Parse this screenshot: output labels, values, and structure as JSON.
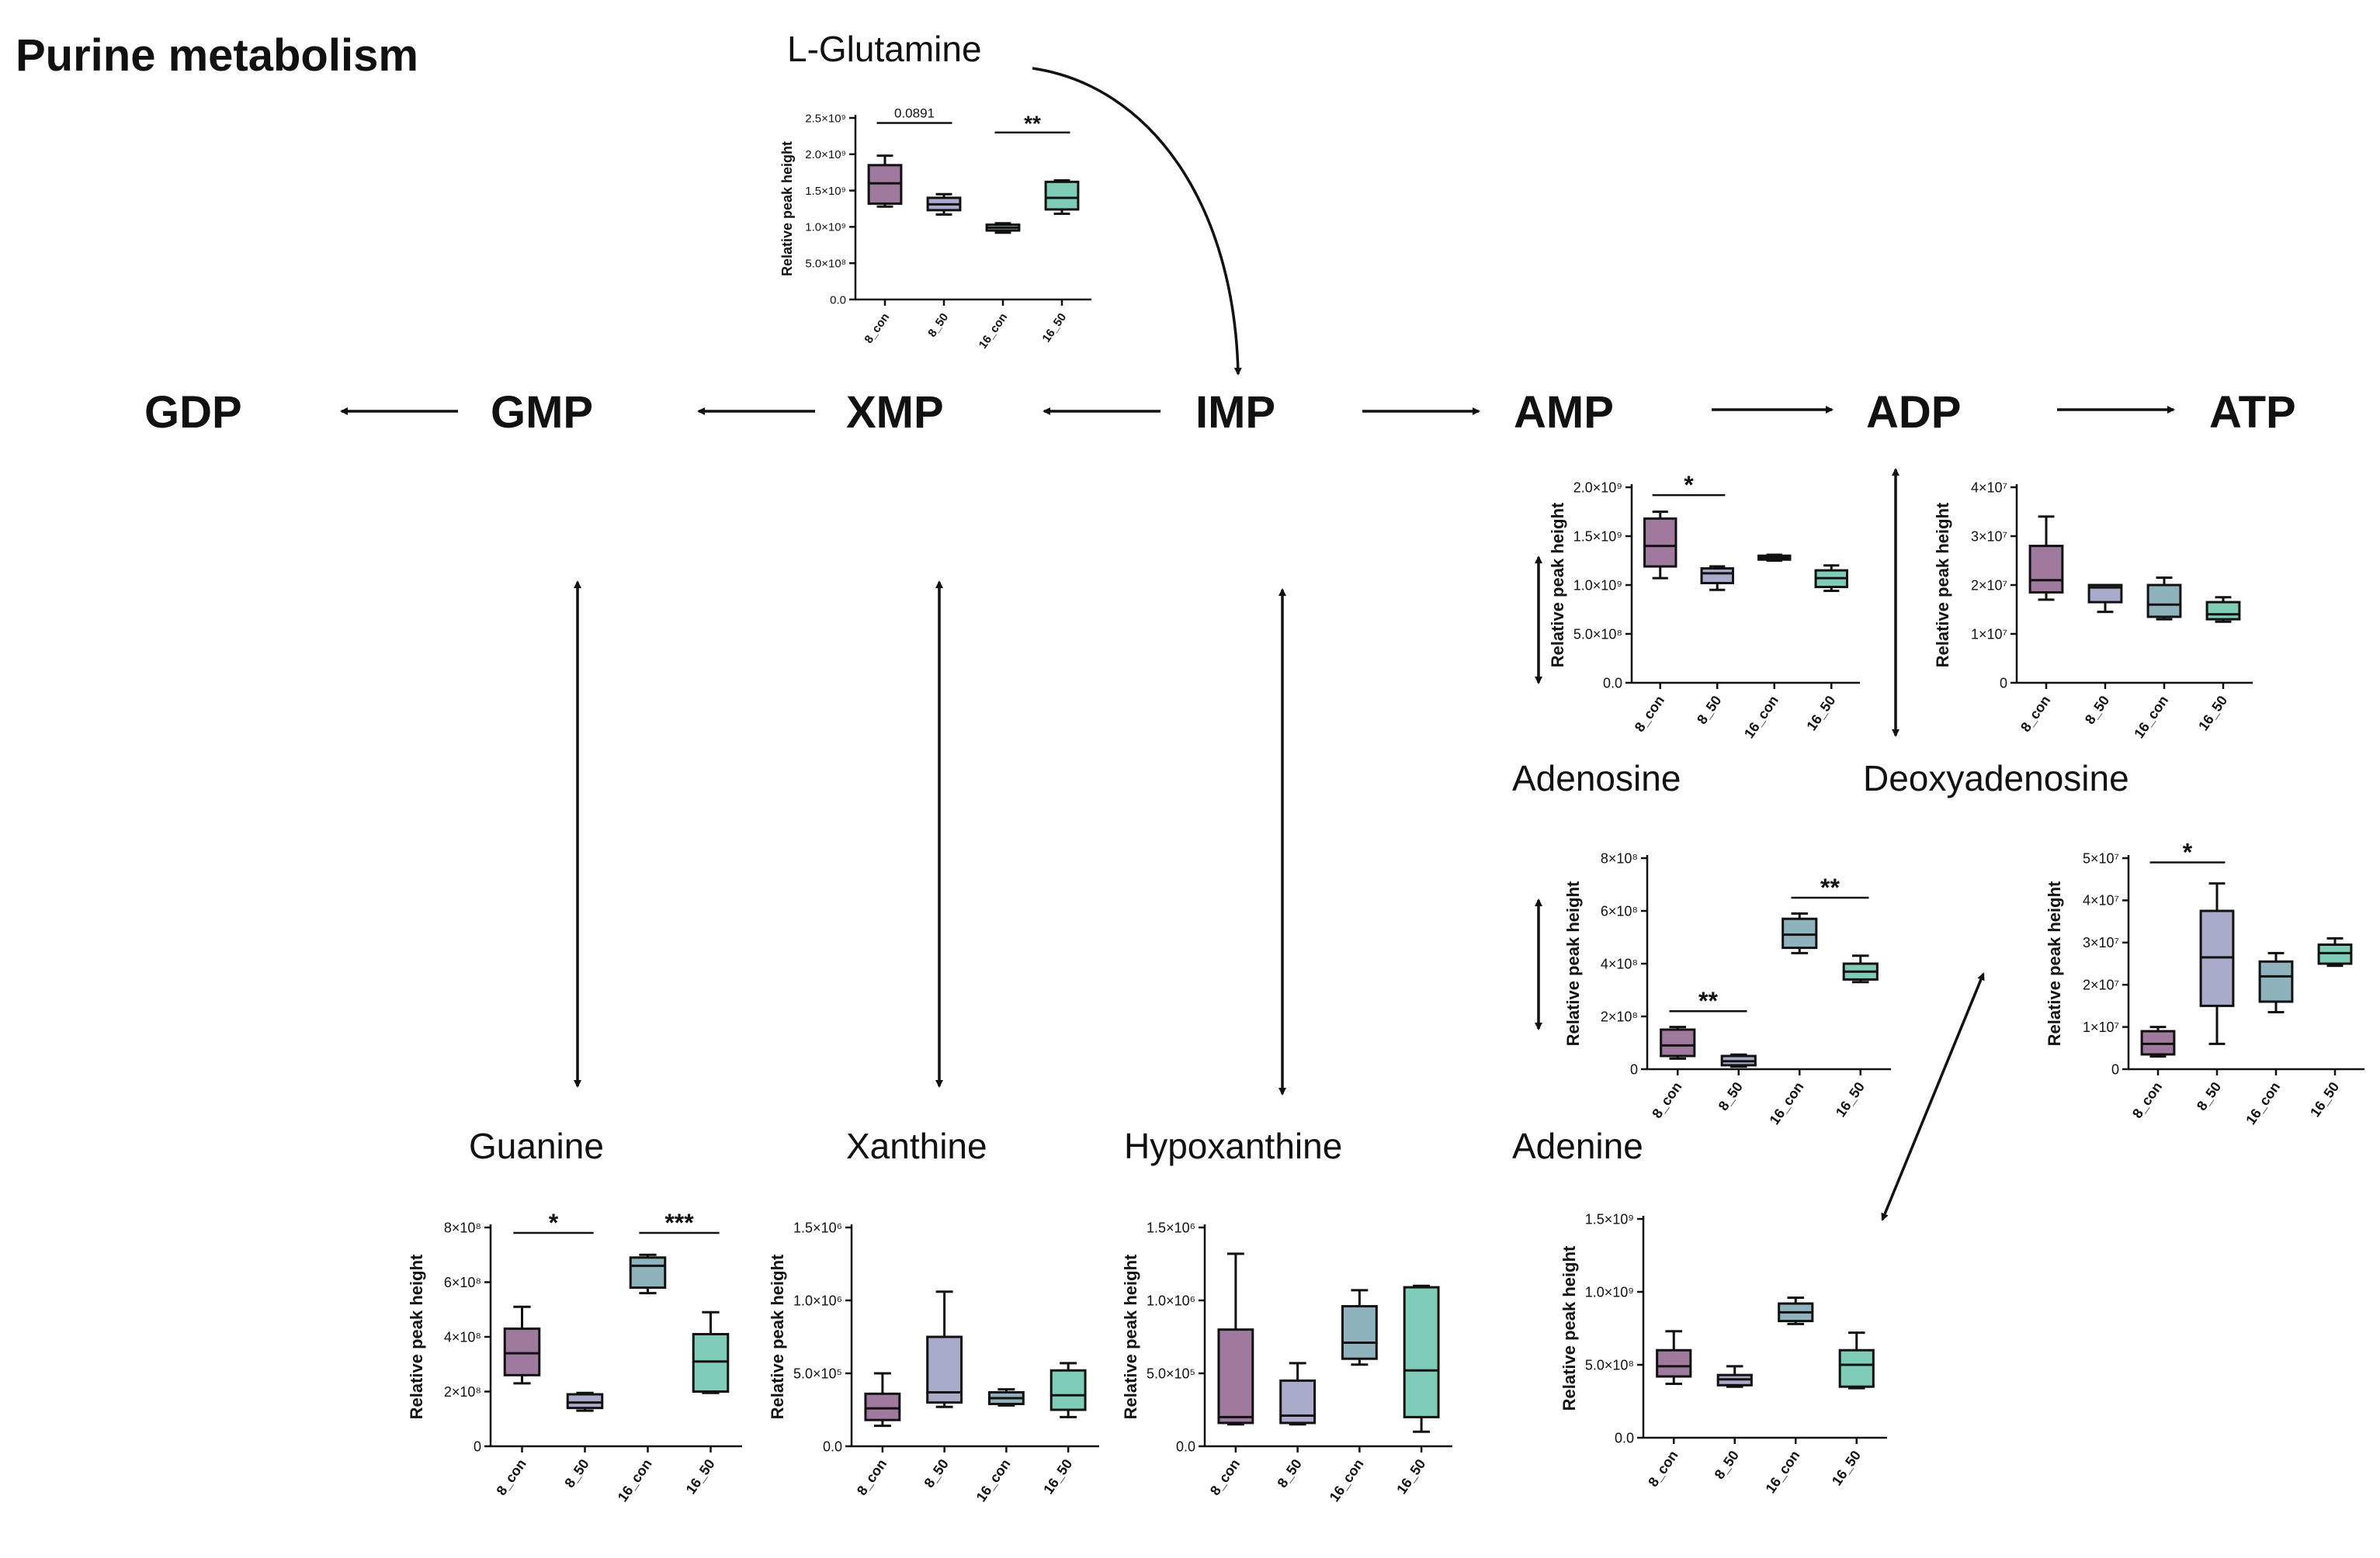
{
  "page": {
    "title": "Purine metabolism"
  },
  "pathway": {
    "nodes": [
      "GDP",
      "GMP",
      "XMP",
      "IMP",
      "AMP",
      "ADP",
      "ATP"
    ]
  },
  "metabolites": {
    "l_glutamine": "L-Glutamine",
    "adenosine": "Adenosine",
    "deoxyadenosine": "Deoxyadenosine",
    "guanine": "Guanine",
    "xanthine": "Xanthine",
    "hypoxanthine": "Hypoxanthine",
    "adenine": "Adenine"
  },
  "colors": {
    "8_con": "#a0799e",
    "8_50": "#aaaacb",
    "16_con": "#8fb3bd",
    "16_50": "#7fcdb8",
    "line": "#111111"
  },
  "chart_data": [
    {
      "id": "l_glutamine",
      "type": "box",
      "ylabel": "Relative peak height",
      "categories": [
        "8_con",
        "8_50",
        "16_con",
        "16_50"
      ],
      "ylim": [
        0,
        2500000000
      ],
      "yticks": [
        0,
        500000000,
        1000000000,
        1500000000,
        2000000000,
        2500000000
      ],
      "yticklabels": [
        "0.0",
        "5.0×10⁸",
        "1.0×10⁹",
        "1.5×10⁹",
        "2.0×10⁹",
        "2.5×10⁹"
      ],
      "boxes": [
        {
          "min": 1280000000,
          "q1": 1320000000,
          "median": 1600000000,
          "q3": 1850000000,
          "max": 1980000000
        },
        {
          "min": 1170000000,
          "q1": 1230000000,
          "median": 1310000000,
          "q3": 1400000000,
          "max": 1450000000
        },
        {
          "min": 920000000,
          "q1": 950000000,
          "median": 990000000,
          "q3": 1030000000,
          "max": 1050000000
        },
        {
          "min": 1180000000,
          "q1": 1240000000,
          "median": 1400000000,
          "q3": 1620000000,
          "max": 1640000000
        }
      ],
      "annotations": [
        {
          "from": 0,
          "to": 1,
          "label": "0.0891",
          "y": 2430000000
        },
        {
          "from": 2,
          "to": 3,
          "label": "**",
          "y": 2300000000
        }
      ]
    },
    {
      "id": "adenosine",
      "type": "box",
      "ylabel": "Relative peak height",
      "categories": [
        "8_con",
        "8_50",
        "16_con",
        "16_50"
      ],
      "ylim": [
        0,
        2000000000
      ],
      "yticks": [
        0,
        500000000,
        1000000000,
        1500000000,
        2000000000
      ],
      "yticklabels": [
        "0.0",
        "5.0×10⁸",
        "1.0×10⁹",
        "1.5×10⁹",
        "2.0×10⁹"
      ],
      "boxes": [
        {
          "min": 1070000000,
          "q1": 1190000000,
          "median": 1400000000,
          "q3": 1680000000,
          "max": 1750000000
        },
        {
          "min": 950000000,
          "q1": 1020000000,
          "median": 1120000000,
          "q3": 1170000000,
          "max": 1190000000
        },
        {
          "min": 1250000000,
          "q1": 1260000000,
          "median": 1280000000,
          "q3": 1300000000,
          "max": 1310000000
        },
        {
          "min": 940000000,
          "q1": 980000000,
          "median": 1070000000,
          "q3": 1150000000,
          "max": 1200000000
        }
      ],
      "annotations": [
        {
          "from": 0,
          "to": 1,
          "label": "*",
          "y": 1920000000
        }
      ]
    },
    {
      "id": "deoxyadenosine_upper",
      "type": "box",
      "ylabel": "Relative peak height",
      "categories": [
        "8_con",
        "8_50",
        "16_con",
        "16_50"
      ],
      "ylim": [
        0,
        40000000
      ],
      "yticks": [
        0,
        10000000,
        20000000,
        30000000,
        40000000
      ],
      "yticklabels": [
        "0",
        "1×10⁷",
        "2×10⁷",
        "3×10⁷",
        "4×10⁷"
      ],
      "boxes": [
        {
          "min": 17000000,
          "q1": 18500000,
          "median": 21000000,
          "q3": 28000000,
          "max": 34000000
        },
        {
          "min": 14500000,
          "q1": 16500000,
          "median": 19500000,
          "q3": 20000000,
          "max": 20000000
        },
        {
          "min": 13000000,
          "q1": 13500000,
          "median": 16000000,
          "q3": 20000000,
          "max": 21500000
        },
        {
          "min": 12500000,
          "q1": 13000000,
          "median": 14000000,
          "q3": 16500000,
          "max": 17500000
        }
      ],
      "annotations": []
    },
    {
      "id": "adenine_upper",
      "type": "box",
      "ylabel": "Relative peak height",
      "categories": [
        "8_con",
        "8_50",
        "16_con",
        "16_50"
      ],
      "ylim": [
        0,
        800000000
      ],
      "yticks": [
        0,
        200000000,
        400000000,
        600000000,
        800000000
      ],
      "yticklabels": [
        "0",
        "2×10⁸",
        "4×10⁸",
        "6×10⁸",
        "8×10⁸"
      ],
      "boxes": [
        {
          "min": 40000000,
          "q1": 50000000,
          "median": 90000000,
          "q3": 150000000,
          "max": 160000000
        },
        {
          "min": 10000000,
          "q1": 15000000,
          "median": 30000000,
          "q3": 50000000,
          "max": 55000000
        },
        {
          "min": 440000000,
          "q1": 460000000,
          "median": 510000000,
          "q3": 570000000,
          "max": 590000000
        },
        {
          "min": 330000000,
          "q1": 340000000,
          "median": 370000000,
          "q3": 400000000,
          "max": 430000000
        }
      ],
      "annotations": [
        {
          "from": 0,
          "to": 1,
          "label": "**",
          "y": 220000000
        },
        {
          "from": 2,
          "to": 3,
          "label": "**",
          "y": 650000000
        }
      ]
    },
    {
      "id": "deoxyadenosine_lower",
      "type": "box",
      "ylabel": "Relative peak height",
      "categories": [
        "8_con",
        "8_50",
        "16_con",
        "16_50"
      ],
      "ylim": [
        0,
        50000000
      ],
      "yticks": [
        0,
        10000000,
        20000000,
        30000000,
        40000000,
        50000000
      ],
      "yticklabels": [
        "0",
        "1×10⁷",
        "2×10⁷",
        "3×10⁷",
        "4×10⁷",
        "5×10⁷"
      ],
      "boxes": [
        {
          "min": 3000000,
          "q1": 3500000,
          "median": 6000000,
          "q3": 9000000,
          "max": 10000000
        },
        {
          "min": 6000000,
          "q1": 15000000,
          "median": 26500000,
          "q3": 37500000,
          "max": 44000000
        },
        {
          "min": 13500000,
          "q1": 16000000,
          "median": 22000000,
          "q3": 25500000,
          "max": 27500000
        },
        {
          "min": 24500000,
          "q1": 25000000,
          "median": 27500000,
          "q3": 29500000,
          "max": 31000000
        }
      ],
      "annotations": [
        {
          "from": 0,
          "to": 1,
          "label": "*",
          "y": 49000000
        }
      ]
    },
    {
      "id": "guanine",
      "type": "box",
      "ylabel": "Relative peak height",
      "categories": [
        "8_con",
        "8_50",
        "16_con",
        "16_50"
      ],
      "ylim": [
        0,
        800000000
      ],
      "yticks": [
        0,
        200000000,
        400000000,
        600000000,
        800000000
      ],
      "yticklabels": [
        "0",
        "2×10⁸",
        "4×10⁸",
        "6×10⁸",
        "8×10⁸"
      ],
      "boxes": [
        {
          "min": 230000000,
          "q1": 260000000,
          "median": 340000000,
          "q3": 430000000,
          "max": 510000000
        },
        {
          "min": 130000000,
          "q1": 140000000,
          "median": 160000000,
          "q3": 190000000,
          "max": 195000000
        },
        {
          "min": 560000000,
          "q1": 580000000,
          "median": 660000000,
          "q3": 690000000,
          "max": 700000000
        },
        {
          "min": 195000000,
          "q1": 200000000,
          "median": 310000000,
          "q3": 410000000,
          "max": 490000000
        }
      ],
      "annotations": [
        {
          "from": 0,
          "to": 1,
          "label": "*",
          "y": 780000000
        },
        {
          "from": 2,
          "to": 3,
          "label": "***",
          "y": 780000000
        }
      ]
    },
    {
      "id": "xanthine",
      "type": "box",
      "ylabel": "Relative peak height",
      "categories": [
        "8_con",
        "8_50",
        "16_con",
        "16_50"
      ],
      "ylim": [
        0,
        1500000
      ],
      "yticks": [
        0,
        500000,
        1000000,
        1500000
      ],
      "yticklabels": [
        "0.0",
        "5.0×10⁵",
        "1.0×10⁶",
        "1.5×10⁶"
      ],
      "boxes": [
        {
          "min": 140000,
          "q1": 180000,
          "median": 260000,
          "q3": 360000,
          "max": 500000
        },
        {
          "min": 270000,
          "q1": 300000,
          "median": 370000,
          "q3": 750000,
          "max": 1060000
        },
        {
          "min": 280000,
          "q1": 290000,
          "median": 330000,
          "q3": 370000,
          "max": 390000
        },
        {
          "min": 200000,
          "q1": 250000,
          "median": 350000,
          "q3": 520000,
          "max": 570000
        }
      ],
      "annotations": []
    },
    {
      "id": "hypoxanthine",
      "type": "box",
      "ylabel": "Relative peak height",
      "categories": [
        "8_con",
        "8_50",
        "16_con",
        "16_50"
      ],
      "ylim": [
        0,
        1500000
      ],
      "yticks": [
        0,
        500000,
        1000000,
        1500000
      ],
      "yticklabels": [
        "0.0",
        "5.0×10⁵",
        "1.0×10⁶",
        "1.5×10⁶"
      ],
      "boxes": [
        {
          "min": 150000,
          "q1": 160000,
          "median": 200000,
          "q3": 800000,
          "max": 1320000
        },
        {
          "min": 150000,
          "q1": 160000,
          "median": 210000,
          "q3": 450000,
          "max": 570000
        },
        {
          "min": 560000,
          "q1": 600000,
          "median": 710000,
          "q3": 960000,
          "max": 1070000
        },
        {
          "min": 100000,
          "q1": 200000,
          "median": 520000,
          "q3": 1090000,
          "max": 1100000
        }
      ],
      "annotations": []
    },
    {
      "id": "adenine_lower",
      "type": "box",
      "ylabel": "Relative peak height",
      "categories": [
        "8_con",
        "8_50",
        "16_con",
        "16_50"
      ],
      "ylim": [
        0,
        1500000000
      ],
      "yticks": [
        0,
        500000000,
        1000000000,
        1500000000
      ],
      "yticklabels": [
        "0.0",
        "5.0×10⁸",
        "1.0×10⁹",
        "1.5×10⁹"
      ],
      "boxes": [
        {
          "min": 370000000,
          "q1": 420000000,
          "median": 490000000,
          "q3": 600000000,
          "max": 730000000
        },
        {
          "min": 350000000,
          "q1": 360000000,
          "median": 400000000,
          "q3": 430000000,
          "max": 490000000
        },
        {
          "min": 780000000,
          "q1": 800000000,
          "median": 860000000,
          "q3": 920000000,
          "max": 960000000
        },
        {
          "min": 340000000,
          "q1": 350000000,
          "median": 500000000,
          "q3": 600000000,
          "max": 720000000
        }
      ],
      "annotations": []
    }
  ]
}
